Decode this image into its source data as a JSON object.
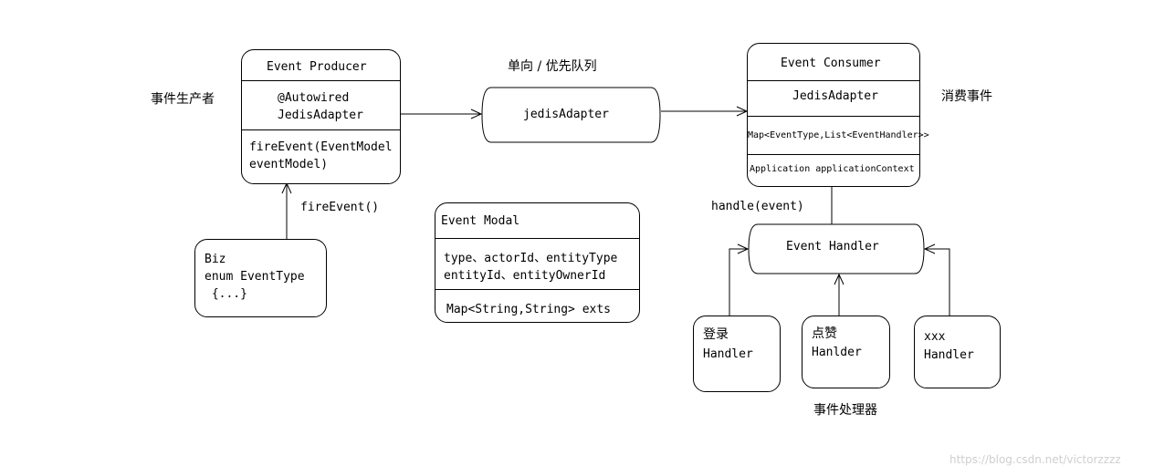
{
  "labels": {
    "producer_cn": "事件生产者",
    "queue_cn": "单向 / 优先队列",
    "consumer_cn": "消费事件",
    "handlers_cn": "事件处理器",
    "fire_event_call": "fireEvent()",
    "handle_event_call": "handle(event)"
  },
  "producer": {
    "title": "Event Producer",
    "field1": "@Autowired",
    "field2": "JedisAdapter",
    "method1": "fireEvent(EventModel",
    "method2": "eventModel)"
  },
  "queue": {
    "label": "jedisAdapter"
  },
  "consumer": {
    "title": "Event Consumer",
    "field": "JedisAdapter",
    "map": "Map<EventType,List<EventHandler>>",
    "context": "Application applicationContext"
  },
  "biz": {
    "line1": "Biz",
    "line2": "enum EventType",
    "line3": " {...}"
  },
  "modal": {
    "title": "Event Modal",
    "fields1": "type、actorId、entityType",
    "fields2": "entityId、entityOwnerId",
    "exts": "Map<String,String> exts"
  },
  "event_handler": {
    "label": "Event Handler"
  },
  "handlers": [
    {
      "line1": "登录",
      "line2": "Handler"
    },
    {
      "line1": "点赞",
      "line2": "Hanlder"
    },
    {
      "line1": "xxx",
      "line2": "Handler"
    }
  ],
  "watermark": "https://blog.csdn.net/victorzzzz"
}
